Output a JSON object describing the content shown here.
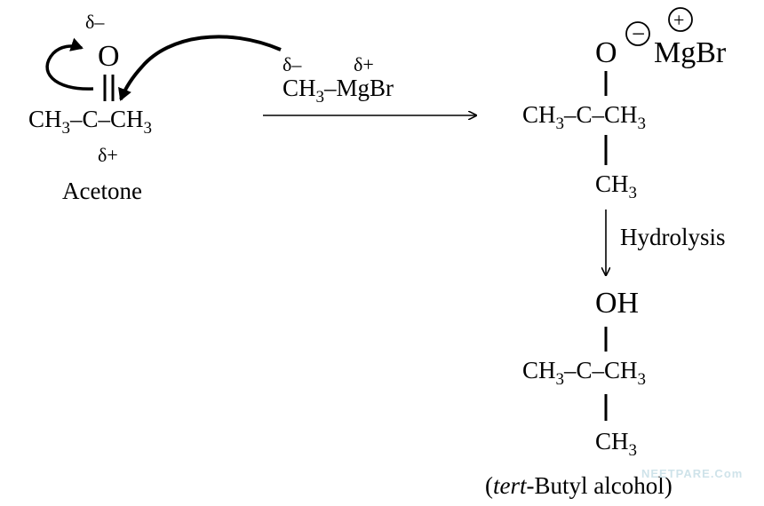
{
  "acetone": {
    "delta_minus": "δ–",
    "oxygen": "O",
    "ch3": "CH",
    "sub3": "3",
    "dash": "–",
    "carbon": "C",
    "delta_plus": "δ+",
    "name": "Acetone"
  },
  "reagent": {
    "delta_minus": "δ–",
    "delta_plus": "δ+",
    "ch3": "CH",
    "sub3": "3",
    "mgbr": "–MgBr"
  },
  "intermediate": {
    "oxygen": "O",
    "minus": "−",
    "plus": "+",
    "mgbr": "MgBr",
    "ch3": "CH",
    "sub3": "3",
    "carbon": "C",
    "dash": "–"
  },
  "step": {
    "label": "Hydrolysis"
  },
  "product": {
    "oh": "OH",
    "ch3": "CH",
    "sub3": "3",
    "carbon": "C",
    "dash": "–",
    "name_open": "(",
    "name_italic": "tert",
    "name_rest": "-Butyl alcohol)"
  },
  "watermark": {
    "text": "NEETPARE.Com"
  }
}
